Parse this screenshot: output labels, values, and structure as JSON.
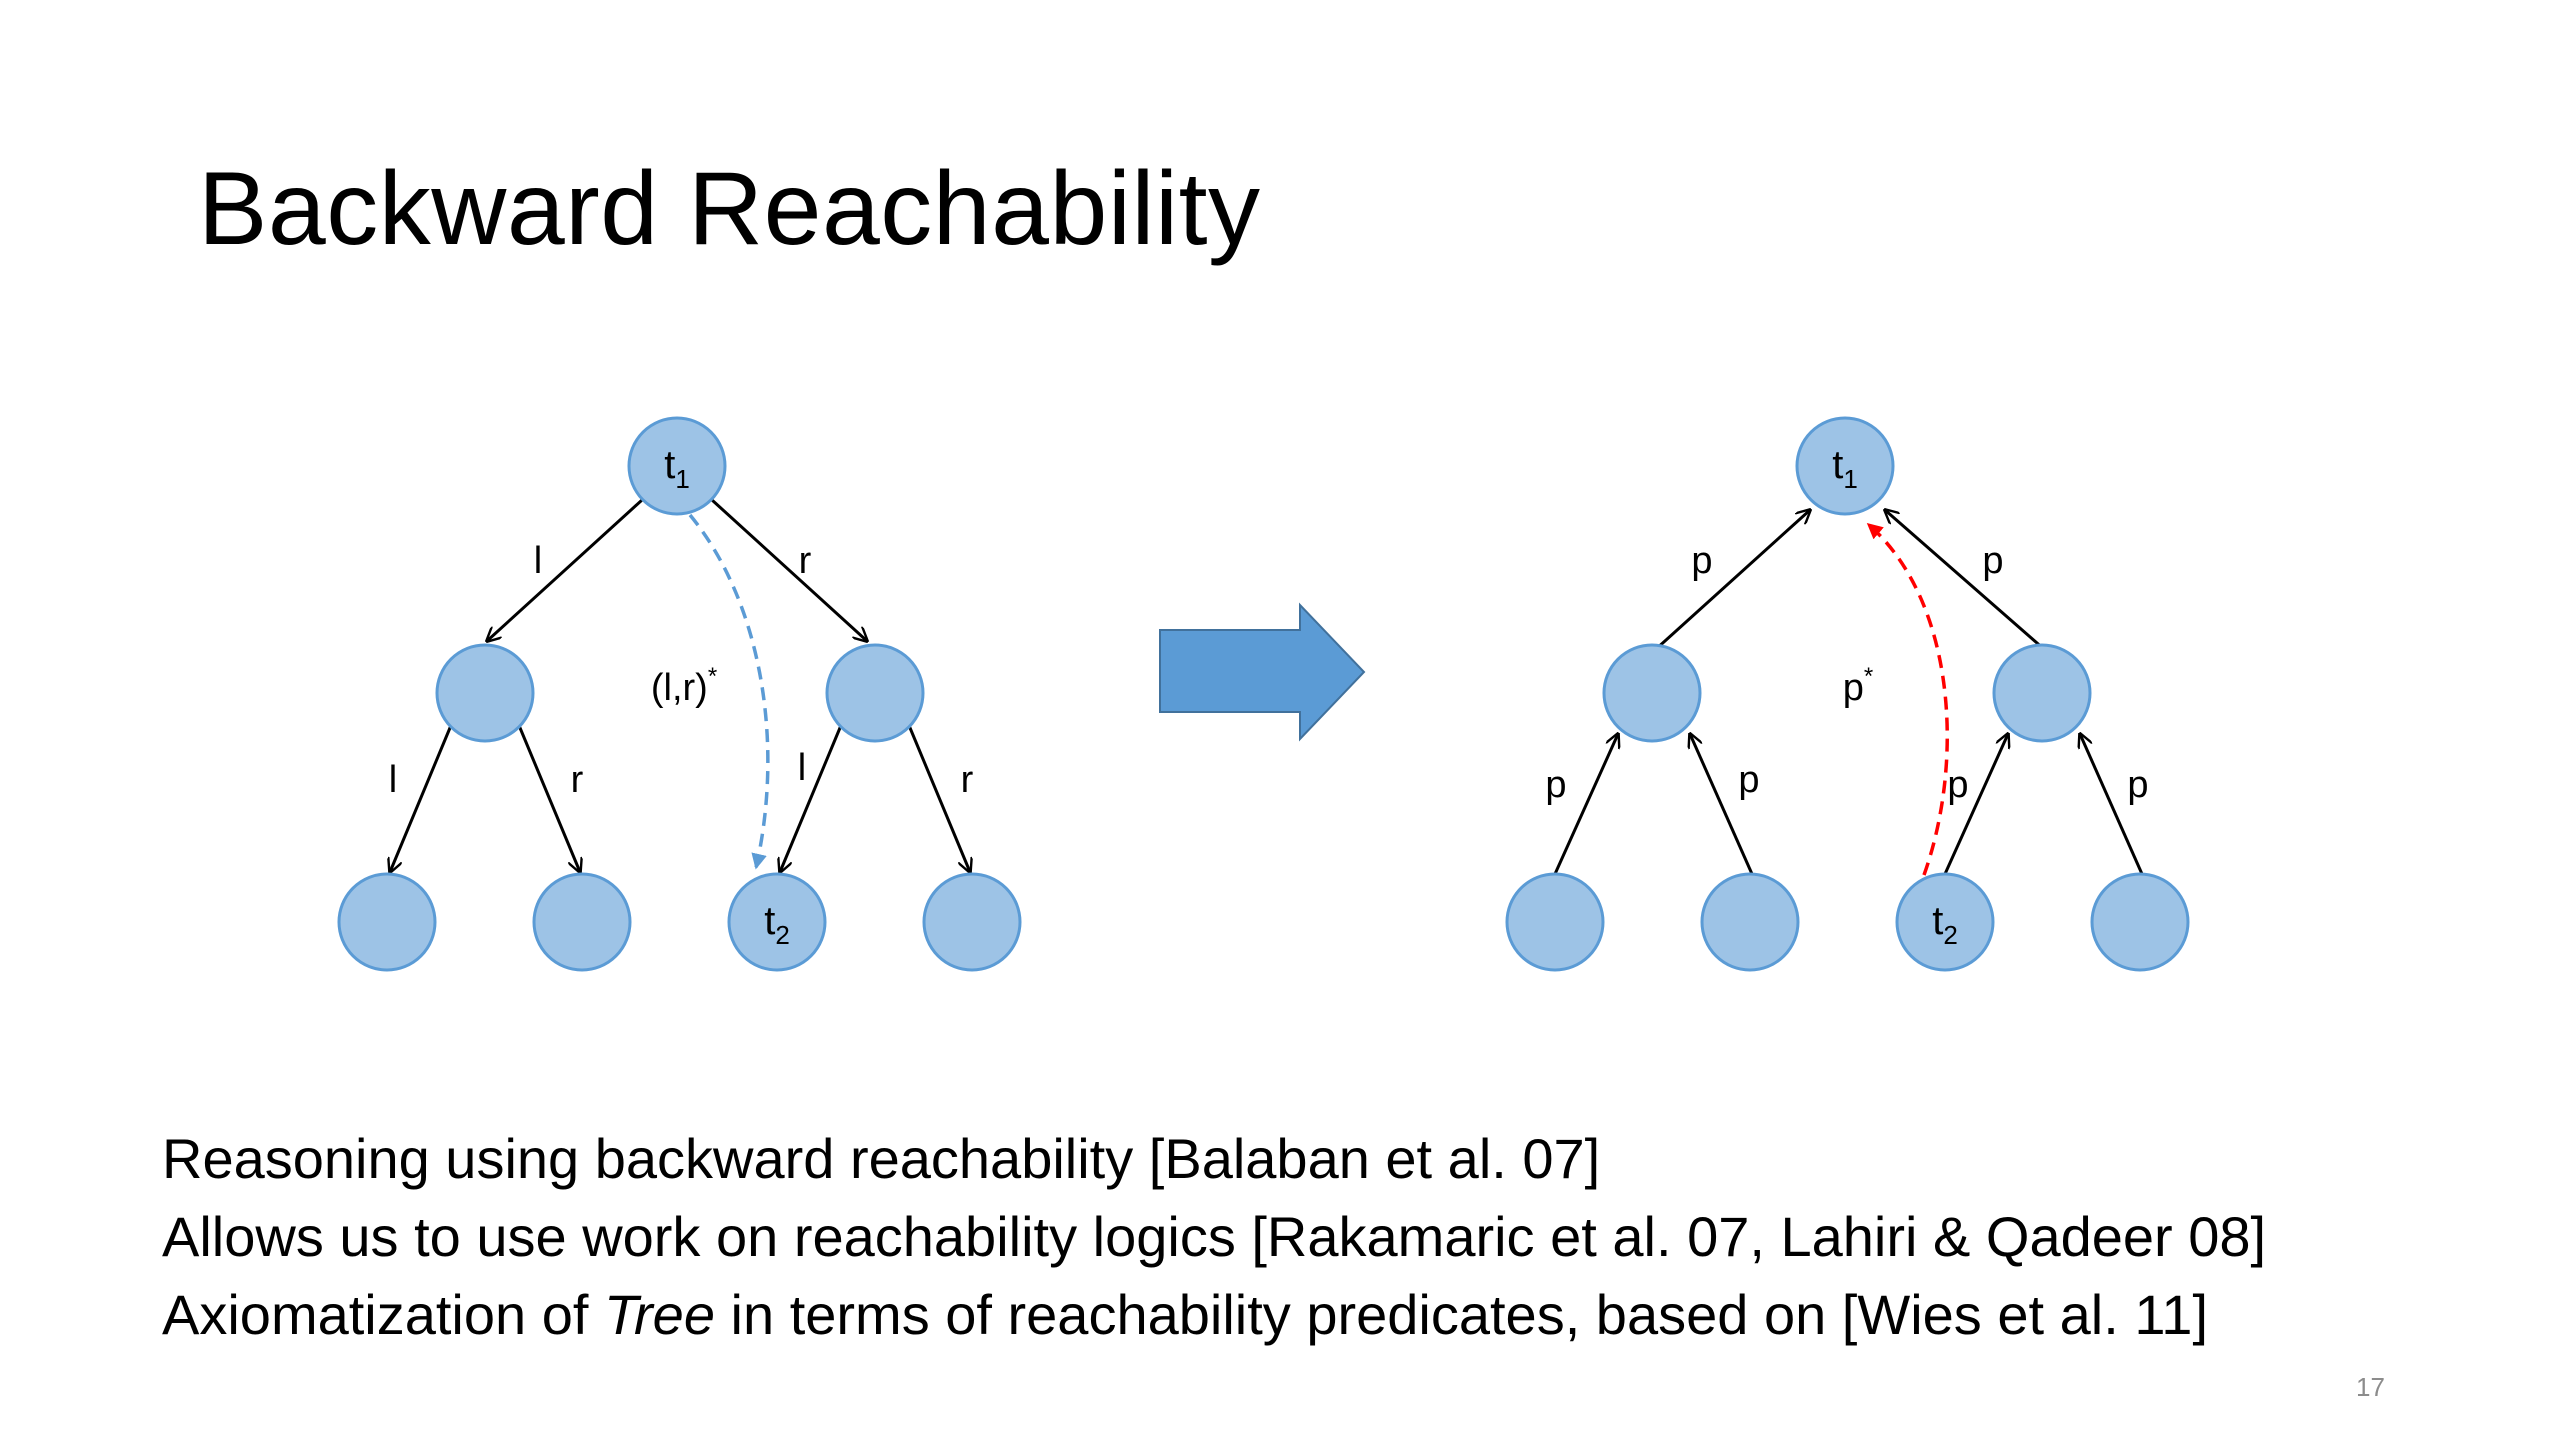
{
  "slide": {
    "title": "Backward Reachability",
    "number": "17"
  },
  "left_tree": {
    "root_label": "t",
    "root_sub": "1",
    "target_label": "t",
    "target_sub": "2",
    "edge_l": "l",
    "edge_r": "r",
    "path_label": "(l,r)",
    "path_sup": "*"
  },
  "right_tree": {
    "root_label": "t",
    "root_sub": "1",
    "target_label": "t",
    "target_sub": "2",
    "edge_p": "p",
    "path_label": "p",
    "path_sup": "*"
  },
  "bullets": {
    "line1": "Reasoning using backward reachability [Balaban et al. 07]",
    "line2": "Allows us to use work on reachability logics [Rakamaric et al. 07, Lahiri & Qadeer 08]",
    "line3_pre": "Axiomatization of ",
    "line3_em": "Tree",
    "line3_post": " in terms of reachability predicates, based on [Wies et al. 11]"
  },
  "colors": {
    "node_fill": "#9dc3e6",
    "node_stroke": "#5b9bd5",
    "arrow_fill": "#5b9bd5",
    "left_path": "#5b9bd5",
    "right_path": "#ff0000"
  }
}
